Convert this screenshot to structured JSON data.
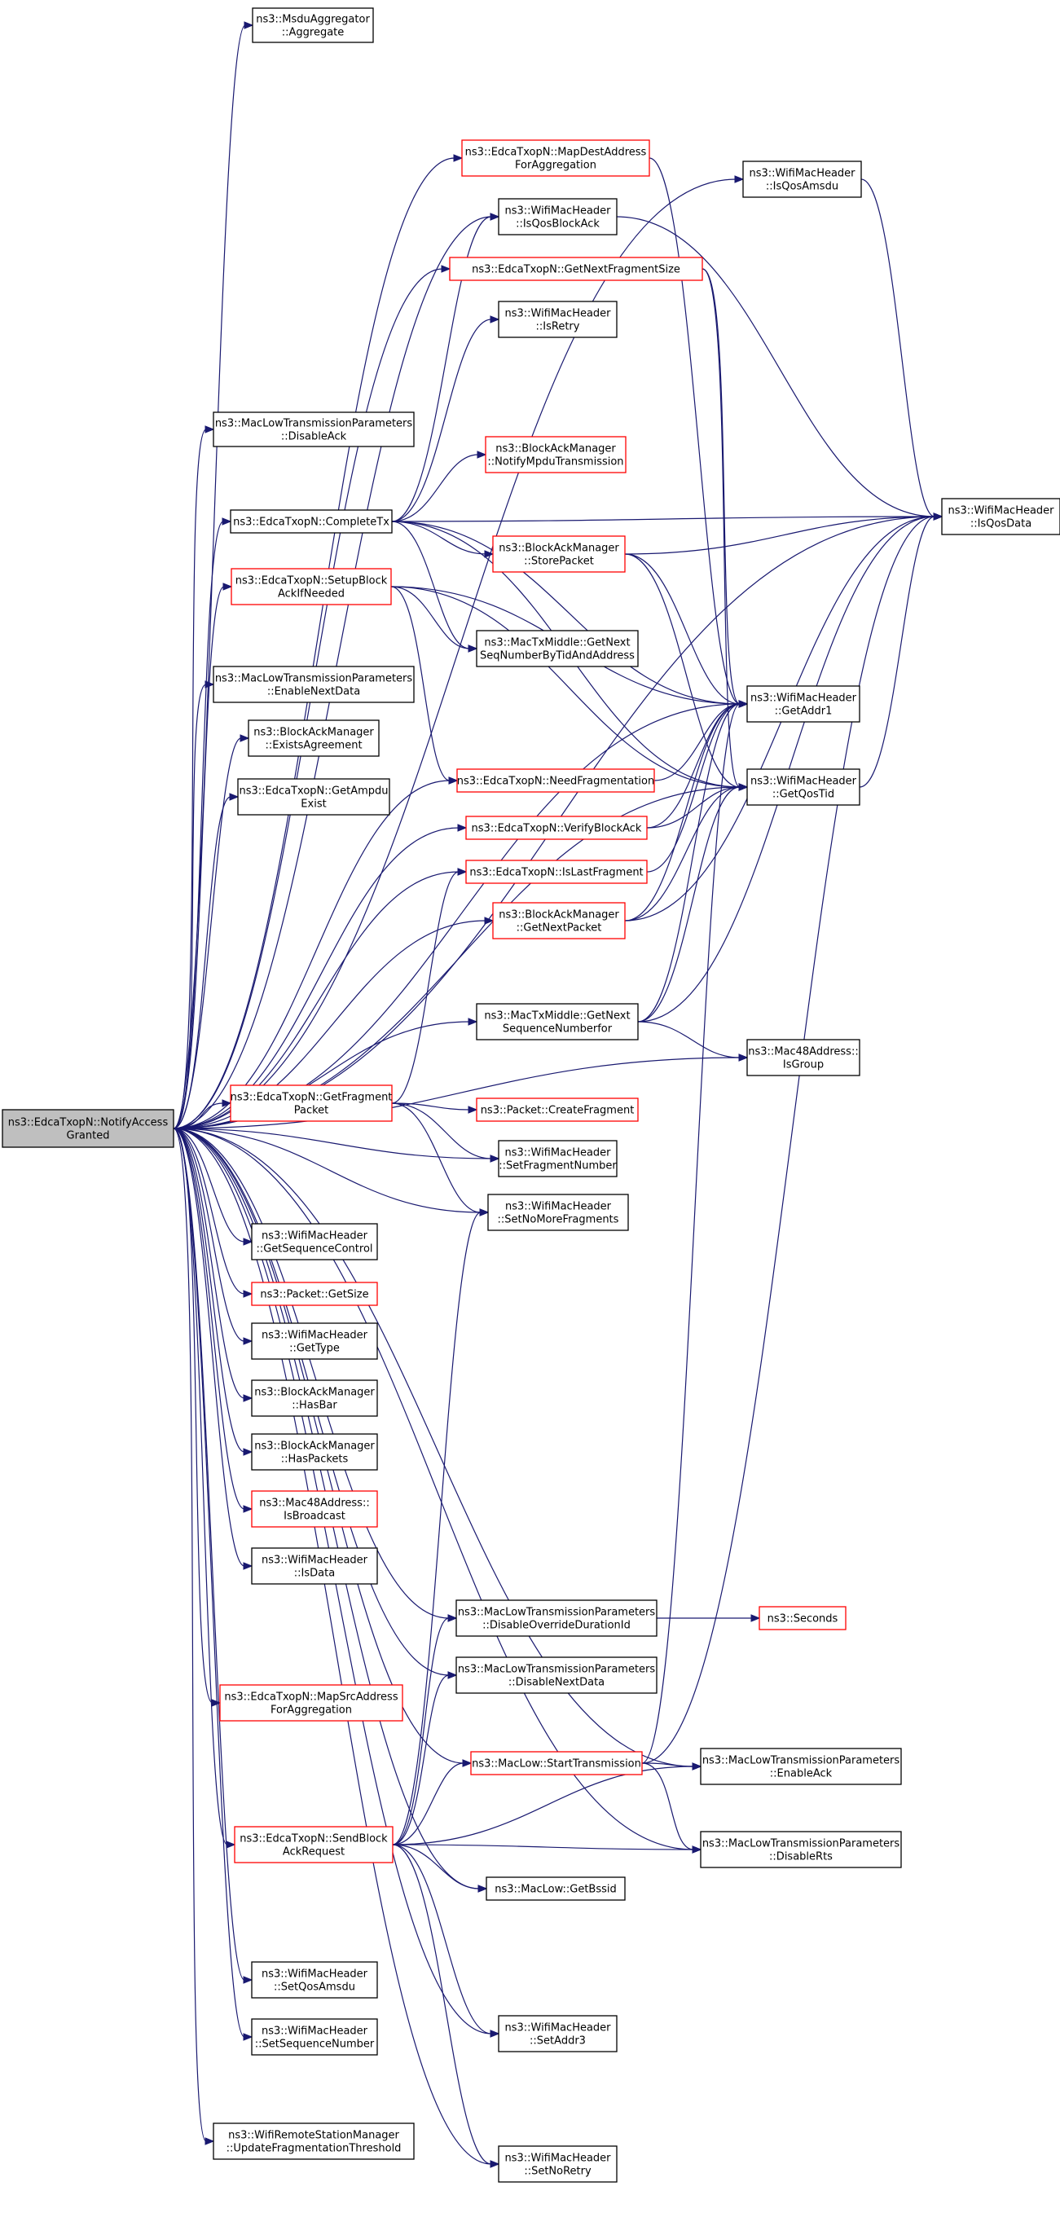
{
  "diagram": {
    "colors": {
      "edge": "#191970",
      "box_default": "#000000",
      "box_truncated": "#ff0000",
      "root_fill": "#bfbfbf",
      "node_fill": "#ffffff"
    },
    "nodes": [
      {
        "id": "root",
        "lines": [
          "ns3::EdcaTxopN::NotifyAccess",
          "Granted"
        ],
        "style": "root"
      },
      {
        "id": "msdu_aggregate",
        "lines": [
          "ns3::MsduAggregator",
          "::Aggregate"
        ],
        "style": "black"
      },
      {
        "id": "map_dest",
        "lines": [
          "ns3::EdcaTxopN::MapDestAddress",
          "ForAggregation"
        ],
        "style": "red"
      },
      {
        "id": "is_qos_amsdu",
        "lines": [
          "ns3::WifiMacHeader",
          "::IsQosAmsdu"
        ],
        "style": "black"
      },
      {
        "id": "is_qos_blockack",
        "lines": [
          "ns3::WifiMacHeader",
          "::IsQosBlockAck"
        ],
        "style": "black"
      },
      {
        "id": "get_next_frag_size",
        "lines": [
          "ns3::EdcaTxopN::GetNextFragmentSize"
        ],
        "style": "red"
      },
      {
        "id": "is_retry",
        "lines": [
          "ns3::WifiMacHeader",
          "::IsRetry"
        ],
        "style": "black"
      },
      {
        "id": "disable_ack",
        "lines": [
          "ns3::MacLowTransmissionParameters",
          "::DisableAck"
        ],
        "style": "black"
      },
      {
        "id": "notify_mpdu",
        "lines": [
          "ns3::BlockAckManager",
          "::NotifyMpduTransmission"
        ],
        "style": "red"
      },
      {
        "id": "complete_tx",
        "lines": [
          "ns3::EdcaTxopN::CompleteTx"
        ],
        "style": "black"
      },
      {
        "id": "is_qos_data",
        "lines": [
          "ns3::WifiMacHeader",
          "::IsQosData"
        ],
        "style": "black"
      },
      {
        "id": "store_packet",
        "lines": [
          "ns3::BlockAckManager",
          "::StorePacket"
        ],
        "style": "red"
      },
      {
        "id": "setup_block",
        "lines": [
          "ns3::EdcaTxopN::SetupBlock",
          "AckIfNeeded"
        ],
        "style": "red"
      },
      {
        "id": "get_next_seq_tid",
        "lines": [
          "ns3::MacTxMiddle::GetNext",
          "SeqNumberByTidAndAddress"
        ],
        "style": "black"
      },
      {
        "id": "enable_next_data",
        "lines": [
          "ns3::MacLowTransmissionParameters",
          "::EnableNextData"
        ],
        "style": "black"
      },
      {
        "id": "get_addr1",
        "lines": [
          "ns3::WifiMacHeader",
          "::GetAddr1"
        ],
        "style": "black"
      },
      {
        "id": "exists_agreement",
        "lines": [
          "ns3::BlockAckManager",
          "::ExistsAgreement"
        ],
        "style": "black"
      },
      {
        "id": "need_frag",
        "lines": [
          "ns3::EdcaTxopN::NeedFragmentation"
        ],
        "style": "red"
      },
      {
        "id": "get_qos_tid",
        "lines": [
          "ns3::WifiMacHeader",
          "::GetQosTid"
        ],
        "style": "black"
      },
      {
        "id": "get_ampdu",
        "lines": [
          "ns3::EdcaTxopN::GetAmpdu",
          "Exist"
        ],
        "style": "black"
      },
      {
        "id": "verify_blockack",
        "lines": [
          "ns3::EdcaTxopN::VerifyBlockAck"
        ],
        "style": "red"
      },
      {
        "id": "is_last_frag",
        "lines": [
          "ns3::EdcaTxopN::IsLastFragment"
        ],
        "style": "red"
      },
      {
        "id": "get_next_packet",
        "lines": [
          "ns3::BlockAckManager",
          "::GetNextPacket"
        ],
        "style": "red"
      },
      {
        "id": "get_next_seq_for",
        "lines": [
          "ns3::MacTxMiddle::GetNext",
          "SequenceNumberfor"
        ],
        "style": "black"
      },
      {
        "id": "is_group",
        "lines": [
          "ns3::Mac48Address::",
          "IsGroup"
        ],
        "style": "black"
      },
      {
        "id": "get_frag_packet",
        "lines": [
          "ns3::EdcaTxopN::GetFragment",
          "Packet"
        ],
        "style": "red"
      },
      {
        "id": "create_frag",
        "lines": [
          "ns3::Packet::CreateFragment"
        ],
        "style": "red"
      },
      {
        "id": "set_frag_number",
        "lines": [
          "ns3::WifiMacHeader",
          "::SetFragmentNumber"
        ],
        "style": "black"
      },
      {
        "id": "set_no_more_frags",
        "lines": [
          "ns3::WifiMacHeader",
          "::SetNoMoreFragments"
        ],
        "style": "black"
      },
      {
        "id": "get_seq_control",
        "lines": [
          "ns3::WifiMacHeader",
          "::GetSequenceControl"
        ],
        "style": "black"
      },
      {
        "id": "get_size",
        "lines": [
          "ns3::Packet::GetSize"
        ],
        "style": "red"
      },
      {
        "id": "get_type",
        "lines": [
          "ns3::WifiMacHeader",
          "::GetType"
        ],
        "style": "black"
      },
      {
        "id": "has_bar",
        "lines": [
          "ns3::BlockAckManager",
          "::HasBar"
        ],
        "style": "black"
      },
      {
        "id": "has_packets",
        "lines": [
          "ns3::BlockAckManager",
          "::HasPackets"
        ],
        "style": "black"
      },
      {
        "id": "is_broadcast",
        "lines": [
          "ns3::Mac48Address::",
          "IsBroadcast"
        ],
        "style": "red"
      },
      {
        "id": "is_data",
        "lines": [
          "ns3::WifiMacHeader",
          "::IsData"
        ],
        "style": "black"
      },
      {
        "id": "disable_override",
        "lines": [
          "ns3::MacLowTransmissionParameters",
          "::DisableOverrideDurationId"
        ],
        "style": "black"
      },
      {
        "id": "seconds",
        "lines": [
          "ns3::Seconds"
        ],
        "style": "red"
      },
      {
        "id": "disable_next_data",
        "lines": [
          "ns3::MacLowTransmissionParameters",
          "::DisableNextData"
        ],
        "style": "black"
      },
      {
        "id": "map_src",
        "lines": [
          "ns3::EdcaTxopN::MapSrcAddress",
          "ForAggregation"
        ],
        "style": "red"
      },
      {
        "id": "start_tx",
        "lines": [
          "ns3::MacLow::StartTransmission"
        ],
        "style": "red"
      },
      {
        "id": "enable_ack",
        "lines": [
          "ns3::MacLowTransmissionParameters",
          "::EnableAck"
        ],
        "style": "black"
      },
      {
        "id": "send_block",
        "lines": [
          "ns3::EdcaTxopN::SendBlock",
          "AckRequest"
        ],
        "style": "red"
      },
      {
        "id": "disable_rts",
        "lines": [
          "ns3::MacLowTransmissionParameters",
          "::DisableRts"
        ],
        "style": "black"
      },
      {
        "id": "get_bssid",
        "lines": [
          "ns3::MacLow::GetBssid"
        ],
        "style": "black"
      },
      {
        "id": "set_qos_amsdu",
        "lines": [
          "ns3::WifiMacHeader",
          "::SetQosAmsdu"
        ],
        "style": "black"
      },
      {
        "id": "set_seq_number",
        "lines": [
          "ns3::WifiMacHeader",
          "::SetSequenceNumber"
        ],
        "style": "black"
      },
      {
        "id": "set_addr3",
        "lines": [
          "ns3::WifiMacHeader",
          "::SetAddr3"
        ],
        "style": "black"
      },
      {
        "id": "update_frag",
        "lines": [
          "ns3::WifiRemoteStationManager",
          "::UpdateFragmentationThreshold"
        ],
        "style": "black"
      },
      {
        "id": "set_no_retry",
        "lines": [
          "ns3::WifiMacHeader",
          "::SetNoRetry"
        ],
        "style": "black"
      }
    ],
    "edges": [
      [
        "root",
        "msdu_aggregate"
      ],
      [
        "root",
        "map_dest"
      ],
      [
        "root",
        "is_qos_amsdu"
      ],
      [
        "root",
        "is_qos_blockack"
      ],
      [
        "root",
        "get_next_frag_size"
      ],
      [
        "root",
        "disable_ack"
      ],
      [
        "root",
        "complete_tx"
      ],
      [
        "root",
        "is_qos_data"
      ],
      [
        "root",
        "setup_block"
      ],
      [
        "root",
        "enable_next_data"
      ],
      [
        "root",
        "exists_agreement"
      ],
      [
        "root",
        "get_addr1"
      ],
      [
        "root",
        "need_frag"
      ],
      [
        "root",
        "get_qos_tid"
      ],
      [
        "root",
        "get_ampdu"
      ],
      [
        "root",
        "verify_blockack"
      ],
      [
        "root",
        "is_last_frag"
      ],
      [
        "root",
        "get_next_packet"
      ],
      [
        "root",
        "get_next_seq_for"
      ],
      [
        "root",
        "is_group"
      ],
      [
        "root",
        "get_frag_packet"
      ],
      [
        "root",
        "set_frag_number"
      ],
      [
        "root",
        "set_no_more_frags"
      ],
      [
        "root",
        "get_seq_control"
      ],
      [
        "root",
        "get_size"
      ],
      [
        "root",
        "get_type"
      ],
      [
        "root",
        "has_bar"
      ],
      [
        "root",
        "has_packets"
      ],
      [
        "root",
        "is_broadcast"
      ],
      [
        "root",
        "is_data"
      ],
      [
        "root",
        "disable_override"
      ],
      [
        "root",
        "disable_next_data"
      ],
      [
        "root",
        "map_src"
      ],
      [
        "root",
        "start_tx"
      ],
      [
        "root",
        "enable_ack"
      ],
      [
        "root",
        "send_block"
      ],
      [
        "root",
        "disable_rts"
      ],
      [
        "root",
        "get_bssid"
      ],
      [
        "root",
        "set_qos_amsdu"
      ],
      [
        "root",
        "set_seq_number"
      ],
      [
        "root",
        "set_addr3"
      ],
      [
        "root",
        "update_frag"
      ],
      [
        "root",
        "set_no_retry"
      ],
      [
        "map_dest",
        "get_addr1"
      ],
      [
        "is_qos_amsdu",
        "is_qos_data"
      ],
      [
        "is_qos_blockack",
        "is_qos_data"
      ],
      [
        "get_next_frag_size",
        "get_addr1"
      ],
      [
        "get_next_frag_size",
        "get_qos_tid"
      ],
      [
        "complete_tx",
        "is_qos_blockack"
      ],
      [
        "complete_tx",
        "is_retry"
      ],
      [
        "complete_tx",
        "notify_mpdu"
      ],
      [
        "complete_tx",
        "is_qos_data"
      ],
      [
        "complete_tx",
        "store_packet"
      ],
      [
        "complete_tx",
        "get_next_seq_tid"
      ],
      [
        "complete_tx",
        "get_addr1"
      ],
      [
        "complete_tx",
        "get_qos_tid"
      ],
      [
        "store_packet",
        "is_qos_data"
      ],
      [
        "store_packet",
        "get_addr1"
      ],
      [
        "store_packet",
        "get_qos_tid"
      ],
      [
        "setup_block",
        "get_next_seq_tid"
      ],
      [
        "setup_block",
        "get_addr1"
      ],
      [
        "setup_block",
        "need_frag"
      ],
      [
        "setup_block",
        "get_qos_tid"
      ],
      [
        "need_frag",
        "get_addr1"
      ],
      [
        "get_qos_tid",
        "is_qos_data"
      ],
      [
        "verify_blockack",
        "get_addr1"
      ],
      [
        "verify_blockack",
        "get_qos_tid"
      ],
      [
        "is_last_frag",
        "get_addr1"
      ],
      [
        "get_next_packet",
        "get_addr1"
      ],
      [
        "get_next_packet",
        "get_qos_tid"
      ],
      [
        "get_next_packet",
        "is_qos_data"
      ],
      [
        "get_next_seq_for",
        "get_addr1"
      ],
      [
        "get_next_seq_for",
        "get_qos_tid"
      ],
      [
        "get_next_seq_for",
        "is_qos_data"
      ],
      [
        "get_next_seq_for",
        "is_group"
      ],
      [
        "get_frag_packet",
        "is_last_frag"
      ],
      [
        "get_frag_packet",
        "create_frag"
      ],
      [
        "get_frag_packet",
        "set_frag_number"
      ],
      [
        "get_frag_packet",
        "set_no_more_frags"
      ],
      [
        "disable_override",
        "seconds"
      ],
      [
        "start_tx",
        "get_addr1"
      ],
      [
        "start_tx",
        "is_qos_data"
      ],
      [
        "start_tx",
        "enable_ack"
      ],
      [
        "start_tx",
        "disable_rts"
      ],
      [
        "send_block",
        "disable_override"
      ],
      [
        "send_block",
        "disable_next_data"
      ],
      [
        "send_block",
        "start_tx"
      ],
      [
        "send_block",
        "enable_ack"
      ],
      [
        "send_block",
        "disable_rts"
      ],
      [
        "send_block",
        "get_bssid"
      ],
      [
        "send_block",
        "set_addr3"
      ],
      [
        "send_block",
        "set_no_retry"
      ],
      [
        "send_block",
        "set_no_more_frags"
      ]
    ]
  }
}
